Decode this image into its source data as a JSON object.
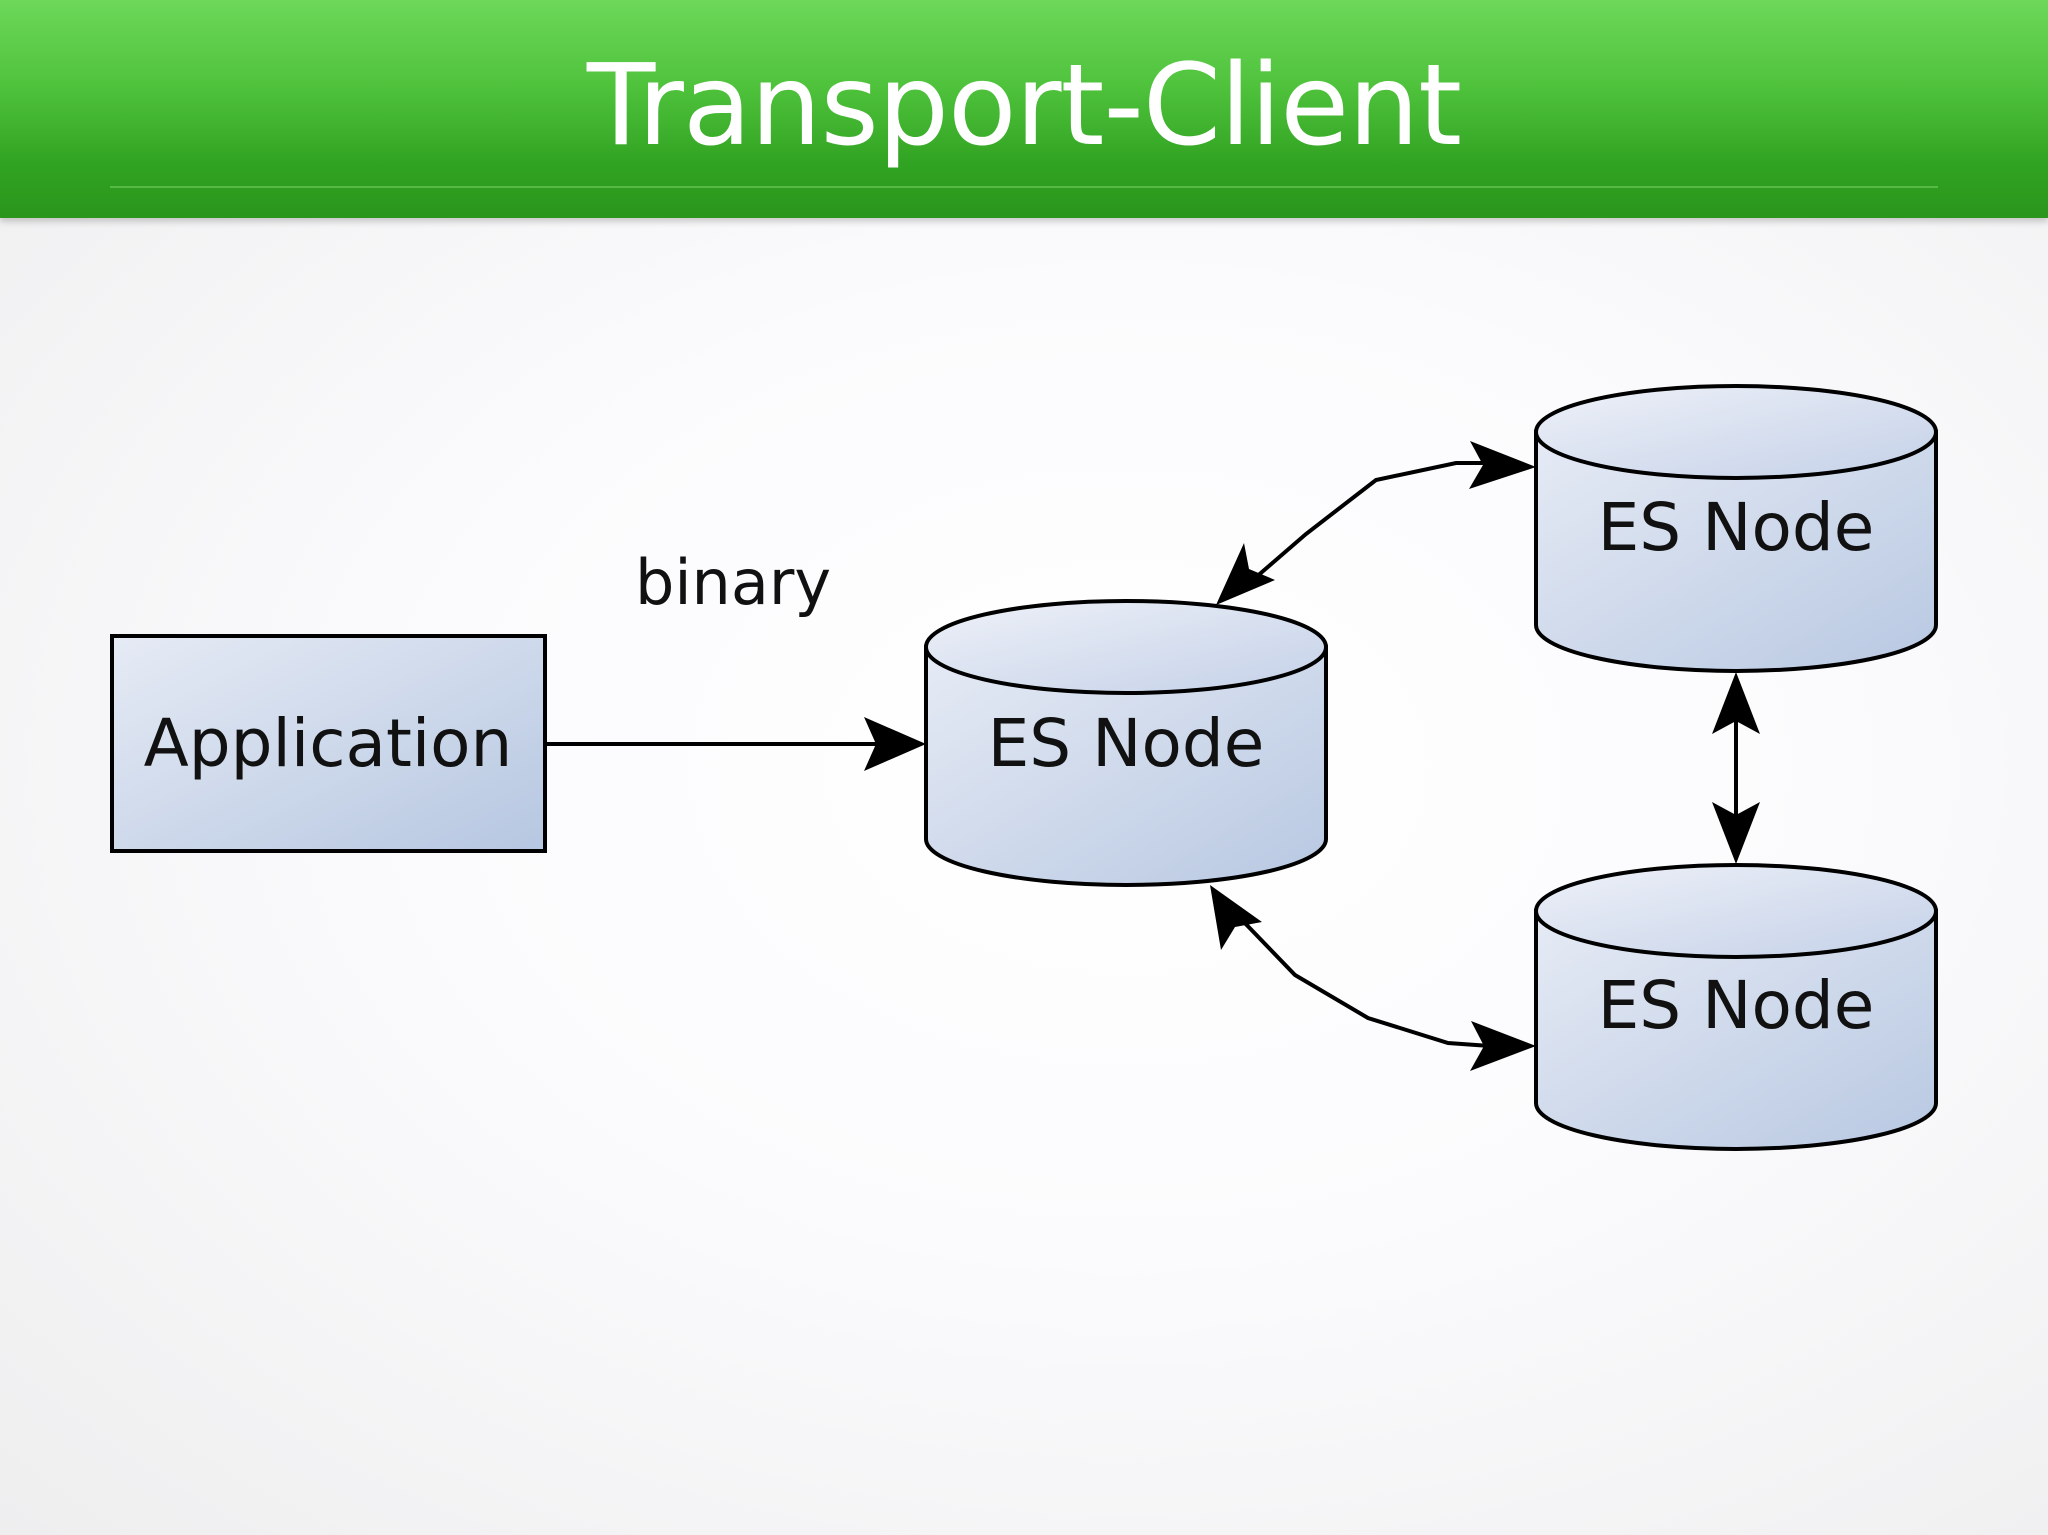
{
  "slide": {
    "title": "Transport-Client"
  },
  "diagram": {
    "application": {
      "label": "Application"
    },
    "connection": {
      "label": "binary"
    },
    "nodes": [
      {
        "label": "ES Node"
      },
      {
        "label": "ES Node"
      },
      {
        "label": "ES Node"
      }
    ]
  },
  "colors": {
    "header_green": "#3bb02b",
    "node_fill_light": "#e4eaf4",
    "node_fill_dark": "#b9c9e2",
    "stroke": "#000000"
  }
}
